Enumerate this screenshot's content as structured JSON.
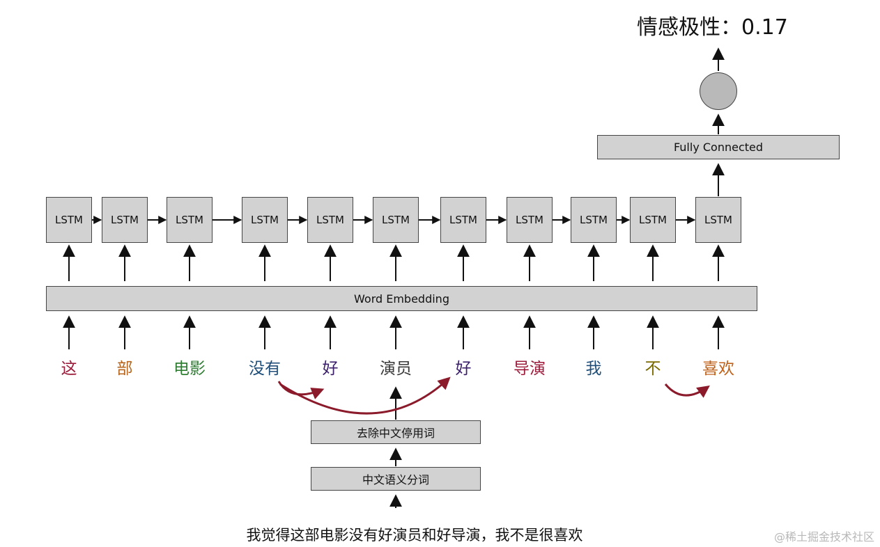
{
  "title": "情感极性：0.17",
  "lstm_label": "LSTM",
  "word_embedding_label": "Word Embedding",
  "fully_connected_label": "Fully Connected",
  "stopword_label": "去除中文停用词",
  "segmentation_label": "中文语义分词",
  "caption": "我觉得这部电影没有好演员和好导演，我不是很喜欢",
  "watermark": "@稀土掘金技术社区",
  "tokens": [
    {
      "text": "这",
      "color": "#9b1b3a"
    },
    {
      "text": "部",
      "color": "#b5651d"
    },
    {
      "text": "电影",
      "color": "#2e7d32"
    },
    {
      "text": "没有",
      "color": "#1f4e79"
    },
    {
      "text": "好",
      "color": "#3b1f6b"
    },
    {
      "text": "演员",
      "color": "#3a3a3a"
    },
    {
      "text": "好",
      "color": "#3b1f6b"
    },
    {
      "text": "导演",
      "color": "#9b1b3a"
    },
    {
      "text": "我",
      "color": "#1f4e79"
    },
    {
      "text": "不",
      "color": "#7a6a00"
    },
    {
      "text": "喜欢",
      "color": "#c0611a"
    }
  ],
  "arrow_color": "#8b1a2b"
}
